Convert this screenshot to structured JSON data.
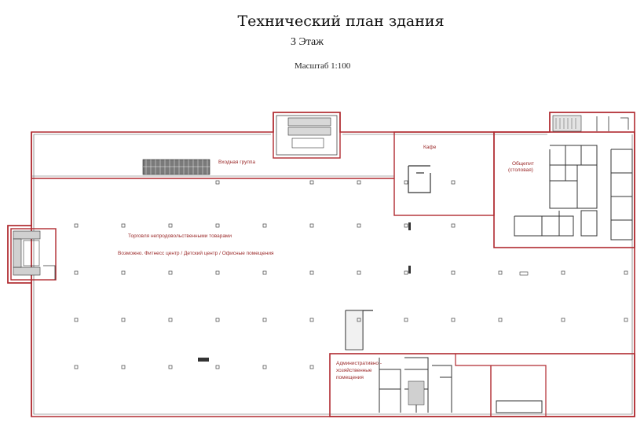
{
  "header": {
    "title": "Технический план здания",
    "floor": "3 Этаж",
    "scale": "Масштаб 1:100"
  },
  "labels": {
    "entrance_group": "Входная группа",
    "cafe": "Кафе",
    "canteen_line1": "Общепит",
    "canteen_line2": "(столовая)",
    "trade": "Торговля непродовольственными товарами",
    "options": "Возможно. Фитнесс центр / Детский центр / Офисные помещения",
    "admin_line1": "Административно -",
    "admin_line2": "хозяйственные",
    "admin_line3": "помещения"
  },
  "colors": {
    "zone_border": "#b02a30",
    "wall": "#333333",
    "label": "#9b2a2a"
  }
}
